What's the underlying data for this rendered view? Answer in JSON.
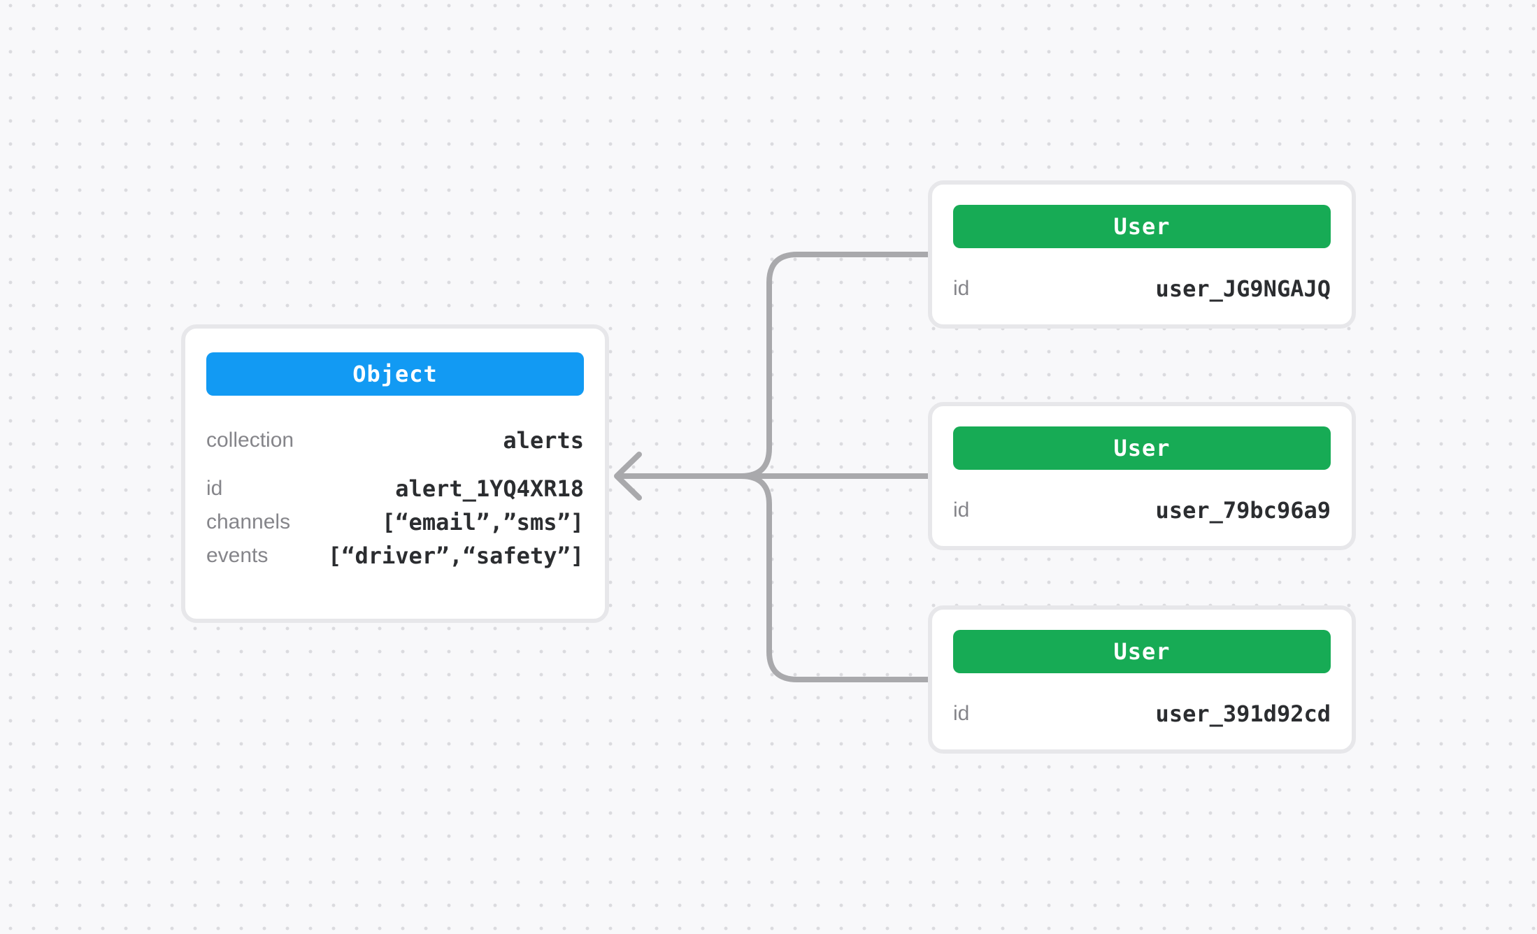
{
  "object_card": {
    "title": "Object",
    "fields": [
      {
        "label": "collection",
        "value": "alerts"
      },
      {
        "label": "id",
        "value": "alert_1YQ4XR18"
      },
      {
        "label": "channels",
        "value": "[“email”,”sms”]"
      },
      {
        "label": "events",
        "value": "[“driver”,“safety”]"
      }
    ]
  },
  "user_cards": [
    {
      "title": "User",
      "fields": [
        {
          "label": "id",
          "value": "user_JG9NGAJQ"
        }
      ]
    },
    {
      "title": "User",
      "fields": [
        {
          "label": "id",
          "value": "user_79bc96a9"
        }
      ]
    },
    {
      "title": "User",
      "fields": [
        {
          "label": "id",
          "value": "user_391d92cd"
        }
      ]
    }
  ],
  "connector": {
    "direction": "users-to-object",
    "arrow": "left"
  },
  "colors": {
    "object_header": "#129af3",
    "user_header": "#17ab55",
    "edge": "#a9a9ac",
    "card_border": "#e7e7ea",
    "background": "#f8f8fa"
  }
}
